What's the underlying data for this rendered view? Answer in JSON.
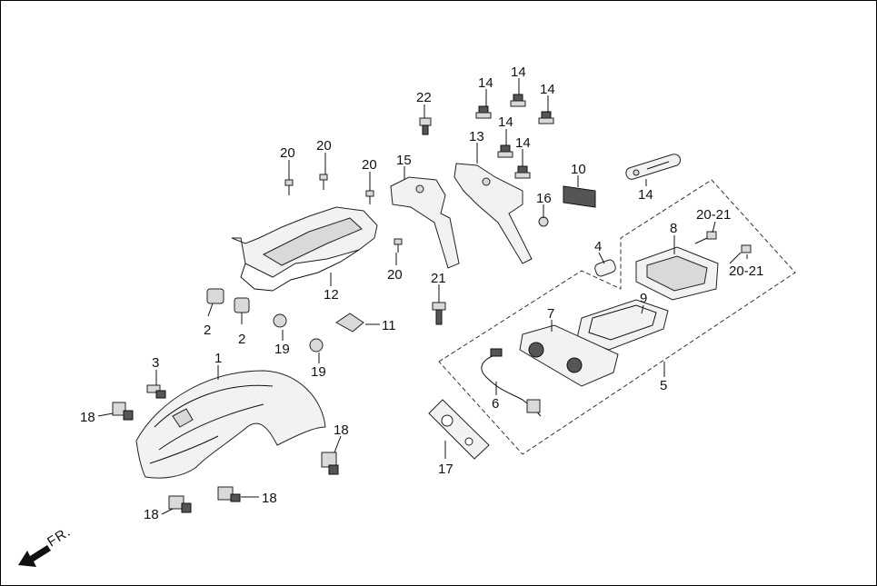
{
  "diagram": {
    "direction_label": "FR.",
    "callouts": [
      {
        "id": "c1",
        "text": "1"
      },
      {
        "id": "c2a",
        "text": "2"
      },
      {
        "id": "c2b",
        "text": "2"
      },
      {
        "id": "c3",
        "text": "3"
      },
      {
        "id": "c4",
        "text": "4"
      },
      {
        "id": "c5",
        "text": "5"
      },
      {
        "id": "c6",
        "text": "6"
      },
      {
        "id": "c7",
        "text": "7"
      },
      {
        "id": "c8",
        "text": "8"
      },
      {
        "id": "c9",
        "text": "9"
      },
      {
        "id": "c10",
        "text": "10"
      },
      {
        "id": "c11",
        "text": "11"
      },
      {
        "id": "c12",
        "text": "12"
      },
      {
        "id": "c13",
        "text": "13"
      },
      {
        "id": "c14a",
        "text": "14"
      },
      {
        "id": "c14b",
        "text": "14"
      },
      {
        "id": "c14c",
        "text": "14"
      },
      {
        "id": "c14d",
        "text": "14"
      },
      {
        "id": "c14e",
        "text": "14"
      },
      {
        "id": "c14f",
        "text": "14"
      },
      {
        "id": "c15",
        "text": "15"
      },
      {
        "id": "c16",
        "text": "16"
      },
      {
        "id": "c17",
        "text": "17"
      },
      {
        "id": "c18a",
        "text": "18"
      },
      {
        "id": "c18b",
        "text": "18"
      },
      {
        "id": "c18c",
        "text": "18"
      },
      {
        "id": "c18d",
        "text": "18"
      },
      {
        "id": "c19a",
        "text": "19"
      },
      {
        "id": "c19b",
        "text": "19"
      },
      {
        "id": "c20a",
        "text": "20"
      },
      {
        "id": "c20b",
        "text": "20"
      },
      {
        "id": "c20c",
        "text": "20"
      },
      {
        "id": "c20d",
        "text": "20"
      },
      {
        "id": "c2021a",
        "text": "20-21"
      },
      {
        "id": "c2021b",
        "text": "20-21"
      },
      {
        "id": "c21",
        "text": "21"
      },
      {
        "id": "c22",
        "text": "22"
      }
    ]
  }
}
